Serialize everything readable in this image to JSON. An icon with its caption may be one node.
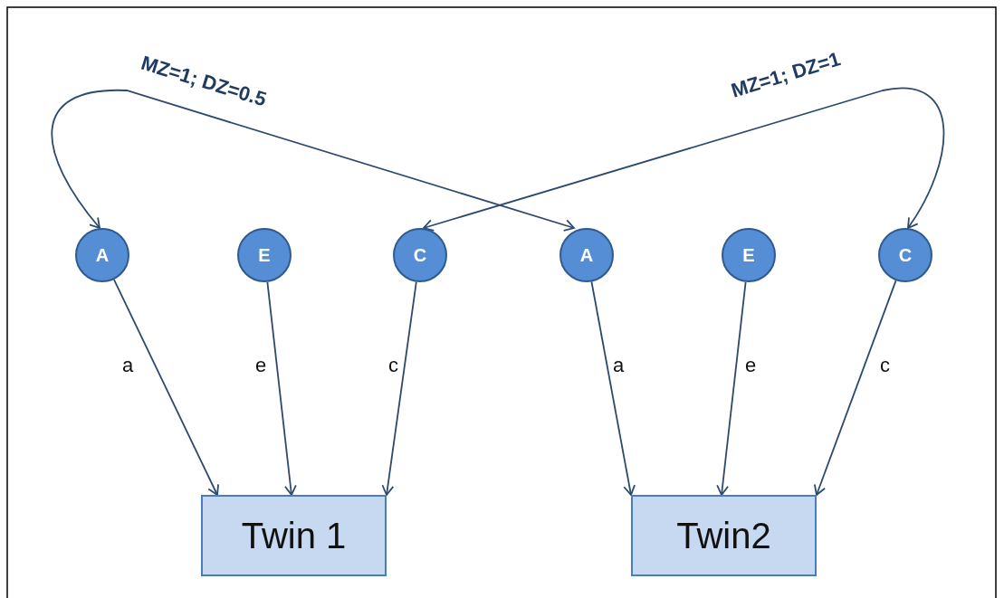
{
  "diagram": {
    "nodes": [
      {
        "text": [
          "A"
        ]
      },
      {
        "text": [
          "E"
        ]
      },
      {
        "text": [
          "C"
        ]
      },
      {
        "text": [
          "A"
        ]
      },
      {
        "text": [
          "E"
        ]
      },
      {
        "text": [
          "C"
        ]
      },
      {
        "text": [
          "Twin 1"
        ]
      },
      {
        "text": [
          "Twin2"
        ]
      }
    ],
    "edges": [
      {
        "from": 0,
        "to": 6,
        "arrow": "to",
        "label": "a"
      },
      {
        "from": 1,
        "to": 6,
        "arrow": "to",
        "label": "e"
      },
      {
        "from": 2,
        "to": 6,
        "arrow": "to",
        "label": "c"
      },
      {
        "from": 3,
        "to": 7,
        "arrow": "to",
        "label": "a"
      },
      {
        "from": 4,
        "to": 7,
        "arrow": "to",
        "label": "e"
      },
      {
        "from": 5,
        "to": 7,
        "arrow": "to",
        "label": "c"
      },
      {
        "from": 0,
        "to": 3,
        "arrow": "both",
        "label": "MZ=1; DZ=0.5"
      },
      {
        "from": 2,
        "to": 5,
        "arrow": "both",
        "label": "MZ=1; DZ=1"
      }
    ]
  }
}
